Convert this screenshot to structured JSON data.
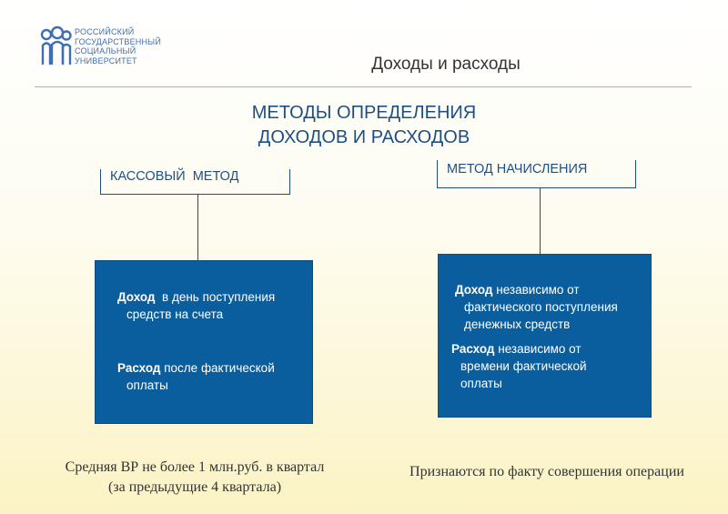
{
  "logo": {
    "lines": [
      "РОССИЙСКИЙ",
      "ГОСУДАРСТВЕННЫЙ",
      "СОЦИАЛЬНЫЙ",
      "УНИВЕРСИТЕТ"
    ],
    "color": "#3e6fb3"
  },
  "slide_title": "Доходы и расходы",
  "heading": {
    "line1": "МЕТОДЫ ОПРЕДЕЛЕНИЯ",
    "line2": "ДОХОДОВ И РАСХОДОВ"
  },
  "methods": [
    {
      "label": "КАССОВЫЙ  МЕТОД",
      "income": {
        "term": "Доход",
        "line1": "  в день поступления",
        "line2": "средств на счета"
      },
      "expense": {
        "term": "Расход",
        "line1": " после фактической",
        "line2": "оплаты"
      },
      "note": {
        "line1": "Средняя ВР не более 1 млн.руб. в квартал",
        "line2": "(за предыдущие 4 квартала)"
      }
    },
    {
      "label": "МЕТОД НАЧИСЛЕНИЯ",
      "income": {
        "term": "Доход",
        "line1": " независимо от",
        "line2": "фактического поступления",
        "line3": "денежных средств"
      },
      "expense": {
        "term": "Расход",
        "line1": " независимо от",
        "line2": "времени фактической",
        "line3": "оплаты"
      },
      "note": {
        "line1": "Признаются по факту совершения операции"
      }
    }
  ],
  "colors": {
    "box_fill": "#0b5e9e",
    "lines": "#1f4f82",
    "rule": "#e2a66b"
  }
}
